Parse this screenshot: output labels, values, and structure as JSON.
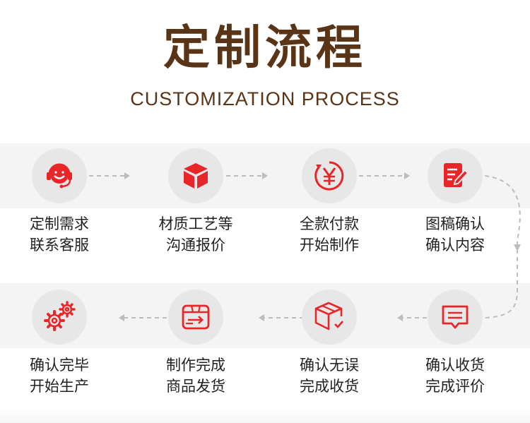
{
  "header": {
    "title": "定制流程",
    "subtitle": "CUSTOMIZATION PROCESS"
  },
  "colors": {
    "title": "#5a3416",
    "accent": "#e8262a",
    "band": "#f4f4f4",
    "circle": "#e7e7e7",
    "connector": "#bdbdbd"
  },
  "steps": [
    {
      "icon": "customer-service-headset-icon",
      "line1": "定制需求",
      "line2": "联系客服"
    },
    {
      "icon": "cube-box-icon",
      "line1": "材质工艺等",
      "line2": "沟通报价"
    },
    {
      "icon": "yen-payment-icon",
      "line1": "全款付款",
      "line2": "开始制作"
    },
    {
      "icon": "document-edit-icon",
      "line1": "图稿确认",
      "line2": "确认内容"
    },
    {
      "icon": "message-bubble-icon",
      "line1": "确认收货",
      "line2": "完成评价"
    },
    {
      "icon": "package-check-icon",
      "line1": "确认无误",
      "line2": "完成收货"
    },
    {
      "icon": "shipping-box-icon",
      "line1": "制作完成",
      "line2": "商品发货"
    },
    {
      "icon": "gears-icon",
      "line1": "确认完毕",
      "line2": "开始生产"
    }
  ]
}
